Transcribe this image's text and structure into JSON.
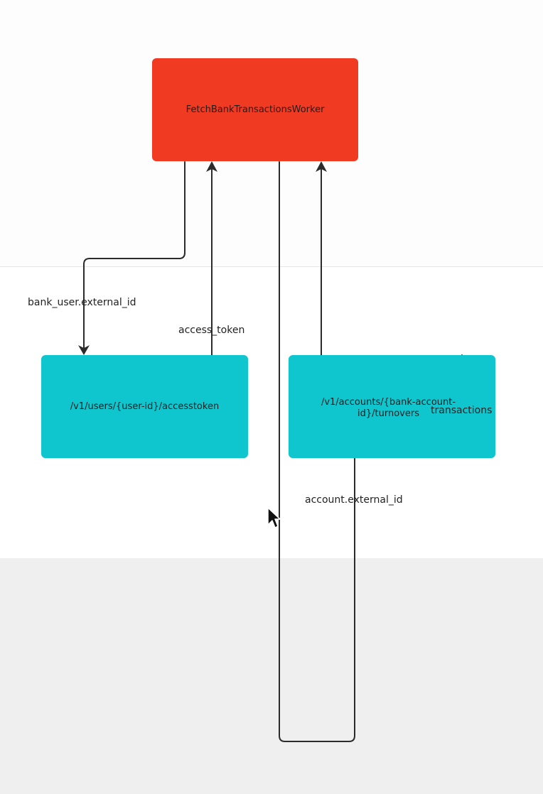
{
  "nodes": {
    "worker": {
      "label": "FetchBankTransactionsWorker",
      "color": "#f03a22"
    },
    "token_endpoint": {
      "label": "/v1/users/{user-id}/accesstoken",
      "color": "#0fc6cf"
    },
    "turnovers_endpoint": {
      "label": "/v1/accounts/{bank-account-id}/turnovers",
      "color": "#0fc6cf"
    }
  },
  "edges": {
    "external_id": {
      "label": "bank_user.external_id"
    },
    "access_token": {
      "label": "access_token"
    },
    "transactions": {
      "label": "transactions"
    },
    "account_external_id": {
      "label": "account.external_id"
    }
  },
  "colors": {
    "edge": "#2b2b2b",
    "band_bottom": "#efefef",
    "divider": "#e6e6e6"
  },
  "icons": {
    "cursor": "mouse-pointer-icon"
  }
}
